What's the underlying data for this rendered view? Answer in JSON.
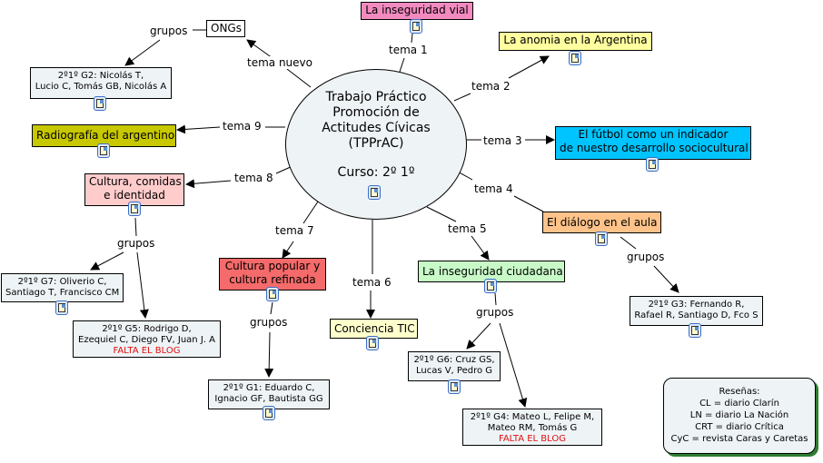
{
  "center": {
    "title_lines": [
      "Trabajo Práctico",
      "Promoción de",
      "Actitudes Cívicas",
      "(TPPrAC)"
    ],
    "course": "Curso: 2º 1º"
  },
  "links": {
    "tema_nuevo": "tema nuevo",
    "tema1": "tema 1",
    "tema2": "tema 2",
    "tema3": "tema 3",
    "tema4": "tema 4",
    "tema5": "tema 5",
    "tema6": "tema 6",
    "tema7": "tema 7",
    "tema8": "tema 8",
    "tema9": "tema 9",
    "grupos": "grupos"
  },
  "topics": {
    "ongs": {
      "label": "ONGs",
      "color": "#ffffff"
    },
    "vial": {
      "label": "La inseguridad vial",
      "color": "#f28ac0"
    },
    "anomia": {
      "label": "La anomia en la Argentina",
      "color": "#ffffa0"
    },
    "futbol": {
      "lines": [
        "El fútbol como un indicador",
        "de nuestro desarrollo sociocultural"
      ],
      "color": "#00c4ff"
    },
    "dialogo": {
      "label": "El diálogo en el aula",
      "color": "#ffc38a"
    },
    "ciudadana": {
      "label": "La inseguridad ciudadana",
      "color": "#c8fac8"
    },
    "tic": {
      "label": "Conciencia TIC",
      "color": "#ffffcc"
    },
    "popular": {
      "lines": [
        "Cultura popular y",
        "cultura refinada"
      ],
      "color": "#f56a6a"
    },
    "cultura": {
      "lines": [
        "Cultura, comidas",
        "e identidad"
      ],
      "color": "#ffcccc"
    },
    "radiografia": {
      "label": "Radiografía del argentino",
      "color": "#c8c800"
    }
  },
  "groups": {
    "g2": {
      "lines": [
        "2º1º G2: Nicolás T,",
        "Lucio C, Tomás GB, Nicolás A"
      ]
    },
    "g7": {
      "lines": [
        "2º1º G7: Oliverio C,",
        "Santiago T, Francisco CM"
      ]
    },
    "g5": {
      "lines": [
        "2º1º G5: Rodrigo D,",
        "Ezequiel C, Diego FV, Juan J. A"
      ],
      "warning": "FALTA EL BLOG"
    },
    "g1": {
      "lines": [
        "2º1º G1: Eduardo C,",
        "Ignacio GF, Bautista GG"
      ]
    },
    "g6": {
      "lines": [
        "2º1º G6: Cruz GS,",
        "Lucas V, Pedro G"
      ]
    },
    "g4": {
      "lines": [
        "2º1º G4: Mateo L, Felipe M,",
        "Mateo RM, Tomás G"
      ],
      "warning": "FALTA EL BLOG"
    },
    "g3": {
      "lines": [
        "2º1º G3: Fernando R,",
        "Rafael R, Santiago D, Fco S"
      ]
    }
  },
  "legend": {
    "lines": [
      "Reseñas:",
      "CL = diario Clarín",
      "LN = diario La Nación",
      "CRT = diario Crítica",
      "CyC = revista Caras y Caretas"
    ]
  },
  "colors": {
    "group_fill": "#eef3f6",
    "warning_text": "#e01010",
    "legend_shadow": "#2e7d32"
  }
}
